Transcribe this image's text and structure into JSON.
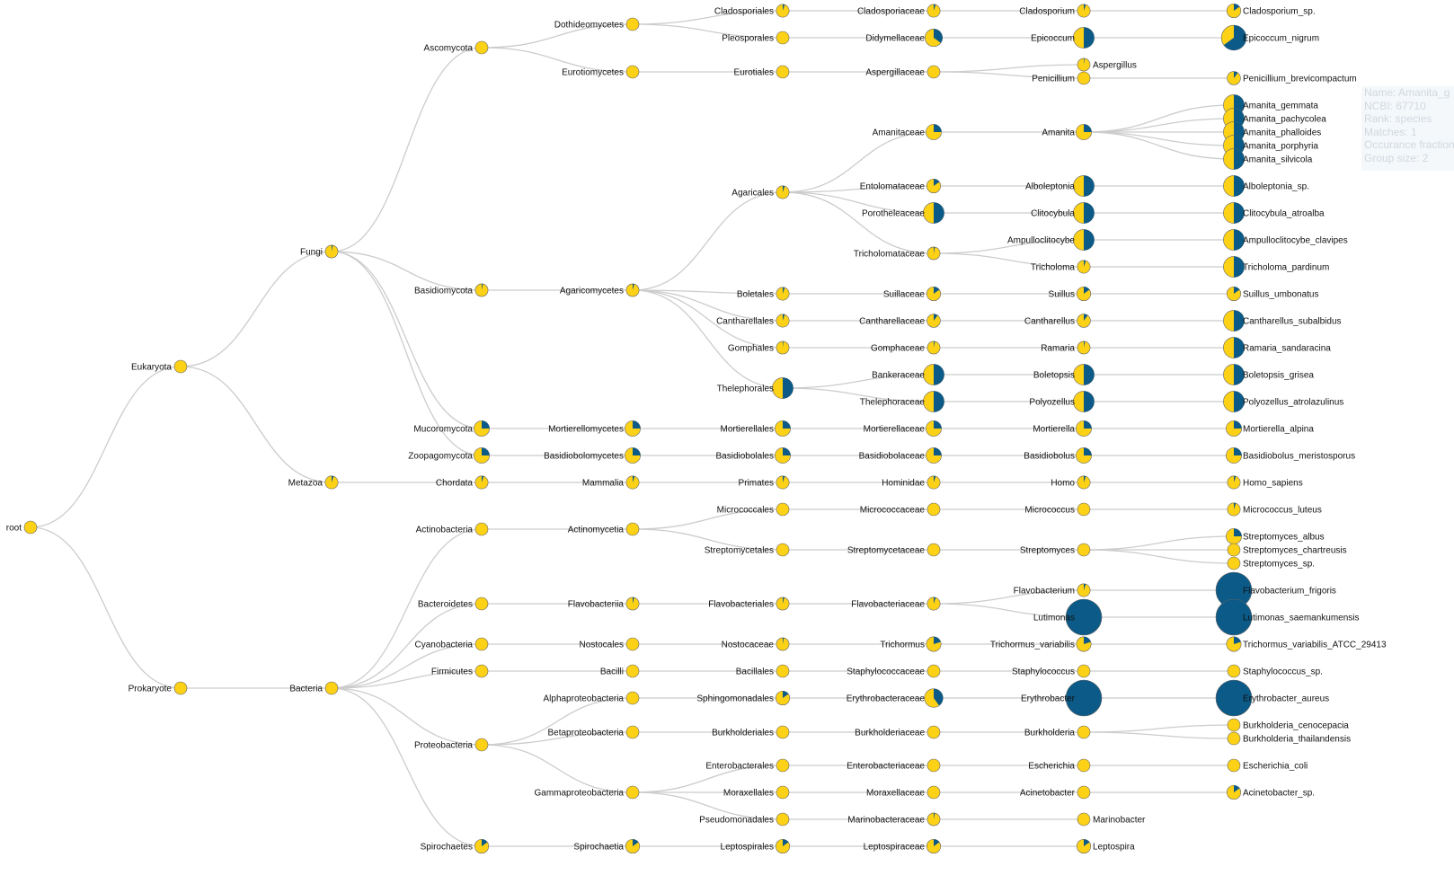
{
  "colors": {
    "a": "#fcd116",
    "b": "#0b5a87",
    "link": "#cccccc"
  },
  "tooltip": {
    "lines": [
      "Name: Amanita_g",
      "NCBI: 67710",
      "Rank: species",
      "Matches: 1",
      "Occurance fraction",
      "Group size: 2"
    ]
  },
  "nodes": [
    {
      "id": "root",
      "label": "root",
      "parent": null,
      "fraction": 0.0
    },
    {
      "id": "eukaryota",
      "label": "Eukaryota",
      "parent": "root",
      "fraction": 0.0
    },
    {
      "id": "prokaryote",
      "label": "Prokaryote",
      "parent": "root",
      "fraction": 0.0
    },
    {
      "id": "fungi",
      "label": "Fungi",
      "parent": "eukaryota",
      "fraction": 0.03
    },
    {
      "id": "metazoa",
      "label": "Metazoa",
      "parent": "eukaryota",
      "fraction": 0.05
    },
    {
      "id": "bacteria",
      "label": "Bacteria",
      "parent": "prokaryote",
      "fraction": 0.0
    },
    {
      "id": "ascomycota",
      "label": "Ascomycota",
      "parent": "fungi",
      "fraction": 0.0
    },
    {
      "id": "basidiomycota",
      "label": "Basidiomycota",
      "parent": "fungi",
      "fraction": 0.03
    },
    {
      "id": "mucoromycota",
      "label": "Mucoromycota",
      "parent": "fungi",
      "fraction": 0.25
    },
    {
      "id": "zoopagomycota",
      "label": "Zoopagomycota",
      "parent": "fungi",
      "fraction": 0.25
    },
    {
      "id": "chordata",
      "label": "Chordata",
      "parent": "metazoa",
      "fraction": 0.05
    },
    {
      "id": "actinobacteria",
      "label": "Actinobacteria",
      "parent": "bacteria",
      "fraction": 0.0
    },
    {
      "id": "bacteroidetes",
      "label": "Bacteroidetes",
      "parent": "bacteria",
      "fraction": 0.0
    },
    {
      "id": "cyanobacteria",
      "label": "Cyanobacteria",
      "parent": "bacteria",
      "fraction": 0.0
    },
    {
      "id": "firmicutes",
      "label": "Firmicutes",
      "parent": "bacteria",
      "fraction": 0.0
    },
    {
      "id": "proteobacteria",
      "label": "Proteobacteria",
      "parent": "bacteria",
      "fraction": 0.0
    },
    {
      "id": "spirochaetes",
      "label": "Spirochaetes",
      "parent": "bacteria",
      "fraction": 0.15
    },
    {
      "id": "dothideomycetes",
      "label": "Dothideomycetes",
      "parent": "ascomycota",
      "fraction": 0.0
    },
    {
      "id": "eurotiomycetes",
      "label": "Eurotiomycetes",
      "parent": "ascomycota",
      "fraction": 0.0
    },
    {
      "id": "agaricomycetes",
      "label": "Agaricomycetes",
      "parent": "basidiomycota",
      "fraction": 0.04
    },
    {
      "id": "mortierellomycetes",
      "label": "Mortierellomycetes",
      "parent": "mucoromycota",
      "fraction": 0.25
    },
    {
      "id": "basidiobolomycetes",
      "label": "Basidiobolomycetes",
      "parent": "zoopagomycota",
      "fraction": 0.25
    },
    {
      "id": "mammalia",
      "label": "Mammalia",
      "parent": "chordata",
      "fraction": 0.05
    },
    {
      "id": "actinomycetia",
      "label": "Actinomycetia",
      "parent": "actinobacteria",
      "fraction": 0.0
    },
    {
      "id": "flavobacteriia",
      "label": "Flavobacteriia",
      "parent": "bacteroidetes",
      "fraction": 0.04
    },
    {
      "id": "nostocales",
      "label": "Nostocales",
      "parent": "cyanobacteria",
      "fraction": 0.0
    },
    {
      "id": "bacilli",
      "label": "Bacilli",
      "parent": "firmicutes",
      "fraction": 0.0
    },
    {
      "id": "alphaproteobacteria",
      "label": "Alphaproteobacteria",
      "parent": "proteobacteria",
      "fraction": 0.0
    },
    {
      "id": "betaproteobacteria",
      "label": "Betaproteobacteria",
      "parent": "proteobacteria",
      "fraction": 0.0
    },
    {
      "id": "gammaproteobacteria",
      "label": "Gammaproteobacteria",
      "parent": "proteobacteria",
      "fraction": 0.0
    },
    {
      "id": "spirochaetia",
      "label": "Spirochaetia",
      "parent": "spirochaetes",
      "fraction": 0.15
    },
    {
      "id": "cladosporiales",
      "label": "Cladosporiales",
      "parent": "dothideomycetes",
      "fraction": 0.05
    },
    {
      "id": "pleosporales",
      "label": "Pleosporales",
      "parent": "dothideomycetes",
      "fraction": 0.0
    },
    {
      "id": "eurotiales",
      "label": "Eurotiales",
      "parent": "eurotiomycetes",
      "fraction": 0.0
    },
    {
      "id": "agaricales",
      "label": "Agaricales",
      "parent": "agaricomycetes",
      "fraction": 0.05
    },
    {
      "id": "boletales",
      "label": "Boletales",
      "parent": "agaricomycetes",
      "fraction": 0.05
    },
    {
      "id": "cantharellales",
      "label": "Cantharellales",
      "parent": "agaricomycetes",
      "fraction": 0.05
    },
    {
      "id": "gomphales",
      "label": "Gomphales",
      "parent": "agaricomycetes",
      "fraction": 0.02
    },
    {
      "id": "thelephorales",
      "label": "Thelephorales",
      "parent": "agaricomycetes",
      "fraction": 0.5
    },
    {
      "id": "mortierellales",
      "label": "Mortierellales",
      "parent": "mortierellomycetes",
      "fraction": 0.25
    },
    {
      "id": "basidiobolales",
      "label": "Basidiobolales",
      "parent": "basidiobolomycetes",
      "fraction": 0.25
    },
    {
      "id": "primates",
      "label": "Primates",
      "parent": "mammalia",
      "fraction": 0.05
    },
    {
      "id": "micrococcales",
      "label": "Micrococcales",
      "parent": "actinomycetia",
      "fraction": 0.0
    },
    {
      "id": "streptomycetales",
      "label": "Streptomycetales",
      "parent": "actinomycetia",
      "fraction": 0.0
    },
    {
      "id": "flavobacteriales",
      "label": "Flavobacteriales",
      "parent": "flavobacteriia",
      "fraction": 0.04
    },
    {
      "id": "nostocaceae",
      "label": "Nostocaceae",
      "parent": "nostocales",
      "fraction": 0.03
    },
    {
      "id": "bacillales",
      "label": "Bacillales",
      "parent": "bacilli",
      "fraction": 0.0
    },
    {
      "id": "sphingomonadales",
      "label": "Sphingomonadales",
      "parent": "alphaproteobacteria",
      "fraction": 0.15
    },
    {
      "id": "burkholderiales",
      "label": "Burkholderiales",
      "parent": "betaproteobacteria",
      "fraction": 0.0
    },
    {
      "id": "enterobacterales",
      "label": "Enterobacterales",
      "parent": "gammaproteobacteria",
      "fraction": 0.0
    },
    {
      "id": "moraxellales",
      "label": "Moraxellales",
      "parent": "gammaproteobacteria",
      "fraction": 0.0
    },
    {
      "id": "pseudomonadales",
      "label": "Pseudomonadales",
      "parent": "gammaproteobacteria",
      "fraction": 0.0
    },
    {
      "id": "leptospirales",
      "label": "Leptospirales",
      "parent": "spirochaetia",
      "fraction": 0.15
    },
    {
      "id": "cladosporiaceae",
      "label": "Cladosporiaceae",
      "parent": "cladosporiales",
      "fraction": 0.05
    },
    {
      "id": "didymellaceae",
      "label": "Didymellaceae",
      "parent": "pleosporales",
      "fraction": 0.35
    },
    {
      "id": "aspergillaceae",
      "label": "Aspergillaceae",
      "parent": "eurotiales",
      "fraction": 0.0
    },
    {
      "id": "amanitaceae",
      "label": "Amanitaceae",
      "parent": "agaricales",
      "fraction": 0.25
    },
    {
      "id": "entolomataceae",
      "label": "Entolomataceae",
      "parent": "agaricales",
      "fraction": 0.15
    },
    {
      "id": "porotheleaceae",
      "label": "Porotheleaceae",
      "parent": "agaricales",
      "fraction": 0.5
    },
    {
      "id": "tricholomataceae",
      "label": "Tricholomataceae",
      "parent": "agaricales",
      "fraction": 0.03
    },
    {
      "id": "suillaceae",
      "label": "Suillaceae",
      "parent": "boletales",
      "fraction": 0.15
    },
    {
      "id": "cantharellaceae",
      "label": "Cantharellaceae",
      "parent": "cantharellales",
      "fraction": 0.1
    },
    {
      "id": "gomphaceae",
      "label": "Gomphaceae",
      "parent": "gomphales",
      "fraction": 0.03
    },
    {
      "id": "bankeraceae",
      "label": "Bankeraceae",
      "parent": "thelephorales",
      "fraction": 0.5
    },
    {
      "id": "thelephoraceae",
      "label": "Thelephoraceae",
      "parent": "thelephorales",
      "fraction": 0.5
    },
    {
      "id": "mortierellaceae",
      "label": "Mortierellaceae",
      "parent": "mortierellales",
      "fraction": 0.25
    },
    {
      "id": "basidiobolaceae",
      "label": "Basidiobolaceae",
      "parent": "basidiobolales",
      "fraction": 0.25
    },
    {
      "id": "hominidae",
      "label": "Hominidae",
      "parent": "primates",
      "fraction": 0.05
    },
    {
      "id": "micrococcaceae",
      "label": "Micrococcaceae",
      "parent": "micrococcales",
      "fraction": 0.0
    },
    {
      "id": "streptomycetaceae",
      "label": "Streptomycetaceae",
      "parent": "streptomycetales",
      "fraction": 0.0
    },
    {
      "id": "flavobacteriaceae",
      "label": "Flavobacteriaceae",
      "parent": "flavobacteriales",
      "fraction": 0.05
    },
    {
      "id": "trichormus",
      "label": "Trichormus",
      "parent": "nostocaceae",
      "fraction": 0.2
    },
    {
      "id": "staphylococcaceae",
      "label": "Staphylococcaceae",
      "parent": "bacillales",
      "fraction": 0.0
    },
    {
      "id": "erythrobacteraceae",
      "label": "Erythrobacteraceae",
      "parent": "sphingomonadales",
      "fraction": 0.4
    },
    {
      "id": "burkholderiaceae",
      "label": "Burkholderiaceae",
      "parent": "burkholderiales",
      "fraction": 0.0
    },
    {
      "id": "enterobacteriaceae",
      "label": "Enterobacteriaceae",
      "parent": "enterobacterales",
      "fraction": 0.0
    },
    {
      "id": "moraxellaceae",
      "label": "Moraxellaceae",
      "parent": "moraxellales",
      "fraction": 0.0
    },
    {
      "id": "marinobacteraceae",
      "label": "Marinobacteraceae",
      "parent": "pseudomonadales",
      "fraction": 0.03
    },
    {
      "id": "leptospiraceae",
      "label": "Leptospiraceae",
      "parent": "leptospirales",
      "fraction": 0.15
    },
    {
      "id": "cladosporium",
      "label": "Cladosporium",
      "parent": "cladosporiaceae",
      "fraction": 0.05
    },
    {
      "id": "epicoccum",
      "label": "Epicoccum",
      "parent": "didymellaceae",
      "fraction": 0.5
    },
    {
      "id": "aspergillus",
      "label": "Aspergillus",
      "parent": "aspergillaceae",
      "fraction": 0.02
    },
    {
      "id": "penicillium",
      "label": "Penicillium",
      "parent": "aspergillaceae",
      "fraction": 0.0
    },
    {
      "id": "amanita",
      "label": "Amanita",
      "parent": "amanitaceae",
      "fraction": 0.25
    },
    {
      "id": "alboleptonia",
      "label": "Alboleptonia",
      "parent": "entolomataceae",
      "fraction": 0.5
    },
    {
      "id": "clitocybula",
      "label": "Clitocybula",
      "parent": "porotheleaceae",
      "fraction": 0.5
    },
    {
      "id": "ampulloclitocybe",
      "label": "Ampulloclitocybe",
      "parent": "tricholomataceae",
      "fraction": 0.5
    },
    {
      "id": "tricholoma",
      "label": "Tricholoma",
      "parent": "tricholomataceae",
      "fraction": 0.05
    },
    {
      "id": "suillus",
      "label": "Suillus",
      "parent": "suillaceae",
      "fraction": 0.15
    },
    {
      "id": "cantharellus",
      "label": "Cantharellus",
      "parent": "cantharellaceae",
      "fraction": 0.1
    },
    {
      "id": "ramaria",
      "label": "Ramaria",
      "parent": "gomphaceae",
      "fraction": 0.03
    },
    {
      "id": "boletopsis",
      "label": "Boletopsis",
      "parent": "bankeraceae",
      "fraction": 0.5
    },
    {
      "id": "polyozellus",
      "label": "Polyozellus",
      "parent": "thelephoraceae",
      "fraction": 0.5
    },
    {
      "id": "mortierella",
      "label": "Mortierella",
      "parent": "mortierellaceae",
      "fraction": 0.25
    },
    {
      "id": "basidiobolus",
      "label": "Basidiobolus",
      "parent": "basidiobolaceae",
      "fraction": 0.25
    },
    {
      "id": "homo",
      "label": "Homo",
      "parent": "hominidae",
      "fraction": 0.05
    },
    {
      "id": "micrococcus",
      "label": "Micrococcus",
      "parent": "micrococcaceae",
      "fraction": 0.0
    },
    {
      "id": "streptomyces",
      "label": "Streptomyces",
      "parent": "streptomycetaceae",
      "fraction": 0.0
    },
    {
      "id": "flavobacterium",
      "label": "Flavobacterium",
      "parent": "flavobacteriaceae",
      "fraction": 0.05
    },
    {
      "id": "lutimonas",
      "label": "Lutimonas",
      "parent": "flavobacteriaceae",
      "fraction": 1.0
    },
    {
      "id": "trichormus-variabilis",
      "label": "Trichormus_variabilis",
      "parent": "trichormus",
      "fraction": 0.2
    },
    {
      "id": "staphylococcus",
      "label": "Staphylococcus",
      "parent": "staphylococcaceae",
      "fraction": 0.0
    },
    {
      "id": "erythrobacter",
      "label": "Erythrobacter",
      "parent": "erythrobacteraceae",
      "fraction": 1.0
    },
    {
      "id": "burkholderia",
      "label": "Burkholderia",
      "parent": "burkholderiaceae",
      "fraction": 0.0
    },
    {
      "id": "escherichia",
      "label": "Escherichia",
      "parent": "enterobacteriaceae",
      "fraction": 0.0
    },
    {
      "id": "acinetobacter",
      "label": "Acinetobacter",
      "parent": "moraxellaceae",
      "fraction": 0.0
    },
    {
      "id": "marinobacter",
      "label": "Marinobacter",
      "parent": "marinobacteraceae",
      "fraction": 0.0
    },
    {
      "id": "leptospira",
      "label": "Leptospira",
      "parent": "leptospiraceae",
      "fraction": 0.15
    },
    {
      "id": "cladosporium-sp",
      "label": "Cladosporium_sp.",
      "parent": "cladosporium",
      "fraction": 0.15
    },
    {
      "id": "epicoccum-nigrum",
      "label": "Epicoccum_nigrum",
      "parent": "epicoccum",
      "fraction": 0.65
    },
    {
      "id": "penicillium-brevicompactum",
      "label": "Penicillium_brevicompactum",
      "parent": "penicillium",
      "fraction": 0.1
    },
    {
      "id": "amanita-gemmata",
      "label": "Amanita_gemmata",
      "parent": "amanita",
      "fraction": 0.5
    },
    {
      "id": "amanita-pachycolea",
      "label": "Amanita_pachycolea",
      "parent": "amanita",
      "fraction": 0.5
    },
    {
      "id": "amanita-phalloides",
      "label": "Amanita_phalloides",
      "parent": "amanita",
      "fraction": 0.5
    },
    {
      "id": "amanita-porphyria",
      "label": "Amanita_porphyria",
      "parent": "amanita",
      "fraction": 0.5
    },
    {
      "id": "amanita-silvicola",
      "label": "Amanita_silvicola",
      "parent": "amanita",
      "fraction": 0.5
    },
    {
      "id": "alboleptonia-sp",
      "label": "Alboleptonia_sp.",
      "parent": "alboleptonia",
      "fraction": 0.5
    },
    {
      "id": "clitocybula-atroalba",
      "label": "Clitocybula_atroalba",
      "parent": "clitocybula",
      "fraction": 0.5
    },
    {
      "id": "ampulloclitocybe-clavipes",
      "label": "Ampulloclitocybe_clavipes",
      "parent": "ampulloclitocybe",
      "fraction": 0.5
    },
    {
      "id": "tricholoma-pardinum",
      "label": "Tricholoma_pardinum",
      "parent": "tricholoma",
      "fraction": 0.5
    },
    {
      "id": "suillus-umbonatus",
      "label": "Suillus_umbonatus",
      "parent": "suillus",
      "fraction": 0.15
    },
    {
      "id": "cantharellus-subalbidus",
      "label": "Cantharellus_subalbidus",
      "parent": "cantharellus",
      "fraction": 0.5
    },
    {
      "id": "ramaria-sandaracina",
      "label": "Ramaria_sandaracina",
      "parent": "ramaria",
      "fraction": 0.5
    },
    {
      "id": "boletopsis-grisea",
      "label": "Boletopsis_grisea",
      "parent": "boletopsis",
      "fraction": 0.5
    },
    {
      "id": "polyozellus-atrolazulinus",
      "label": "Polyozellus_atrolazulinus",
      "parent": "polyozellus",
      "fraction": 0.5
    },
    {
      "id": "mortierella-alpina",
      "label": "Mortierella_alpina",
      "parent": "mortierella",
      "fraction": 0.25
    },
    {
      "id": "basidiobolus-meristosporus",
      "label": "Basidiobolus_meristosporus",
      "parent": "basidiobolus",
      "fraction": 0.25
    },
    {
      "id": "homo-sapiens",
      "label": "Homo_sapiens",
      "parent": "homo",
      "fraction": 0.05
    },
    {
      "id": "micrococcus-luteus",
      "label": "Micrococcus_luteus",
      "parent": "micrococcus",
      "fraction": 0.05
    },
    {
      "id": "streptomyces-albus",
      "label": "Streptomyces_albus",
      "parent": "streptomyces",
      "fraction": 0.25
    },
    {
      "id": "streptomyces-chartreusis",
      "label": "Streptomyces_chartreusis",
      "parent": "streptomyces",
      "fraction": 0.0
    },
    {
      "id": "streptomyces-sp",
      "label": "Streptomyces_sp.",
      "parent": "streptomyces",
      "fraction": 0.0
    },
    {
      "id": "flavobacterium-frigoris",
      "label": "Flavobacterium_frigoris",
      "parent": "flavobacterium",
      "fraction": 1.0
    },
    {
      "id": "lutimonas-saemankumensis",
      "label": "Lutimonas_saemankumensis",
      "parent": "lutimonas",
      "fraction": 1.0
    },
    {
      "id": "trichormus-variabilis-atcc",
      "label": "Trichormus_variabilis_ATCC_29413",
      "parent": "trichormus-variabilis",
      "fraction": 0.2
    },
    {
      "id": "staphylococcus-sp",
      "label": "Staphylococcus_sp.",
      "parent": "staphylococcus",
      "fraction": 0.0
    },
    {
      "id": "erythrobacter-aureus",
      "label": "Erythrobacter_aureus",
      "parent": "erythrobacter",
      "fraction": 1.0
    },
    {
      "id": "burkholderia-cenocepacia",
      "label": "Burkholderia_cenocepacia",
      "parent": "burkholderia",
      "fraction": 0.0
    },
    {
      "id": "burkholderia-thailandensis",
      "label": "Burkholderia_thailandensis",
      "parent": "burkholderia",
      "fraction": 0.0
    },
    {
      "id": "escherichia-coli",
      "label": "Escherichia_coli",
      "parent": "escherichia",
      "fraction": 0.0
    },
    {
      "id": "acinetobacter-sp",
      "label": "Acinetobacter_sp.",
      "parent": "acinetobacter",
      "fraction": 0.15
    }
  ]
}
